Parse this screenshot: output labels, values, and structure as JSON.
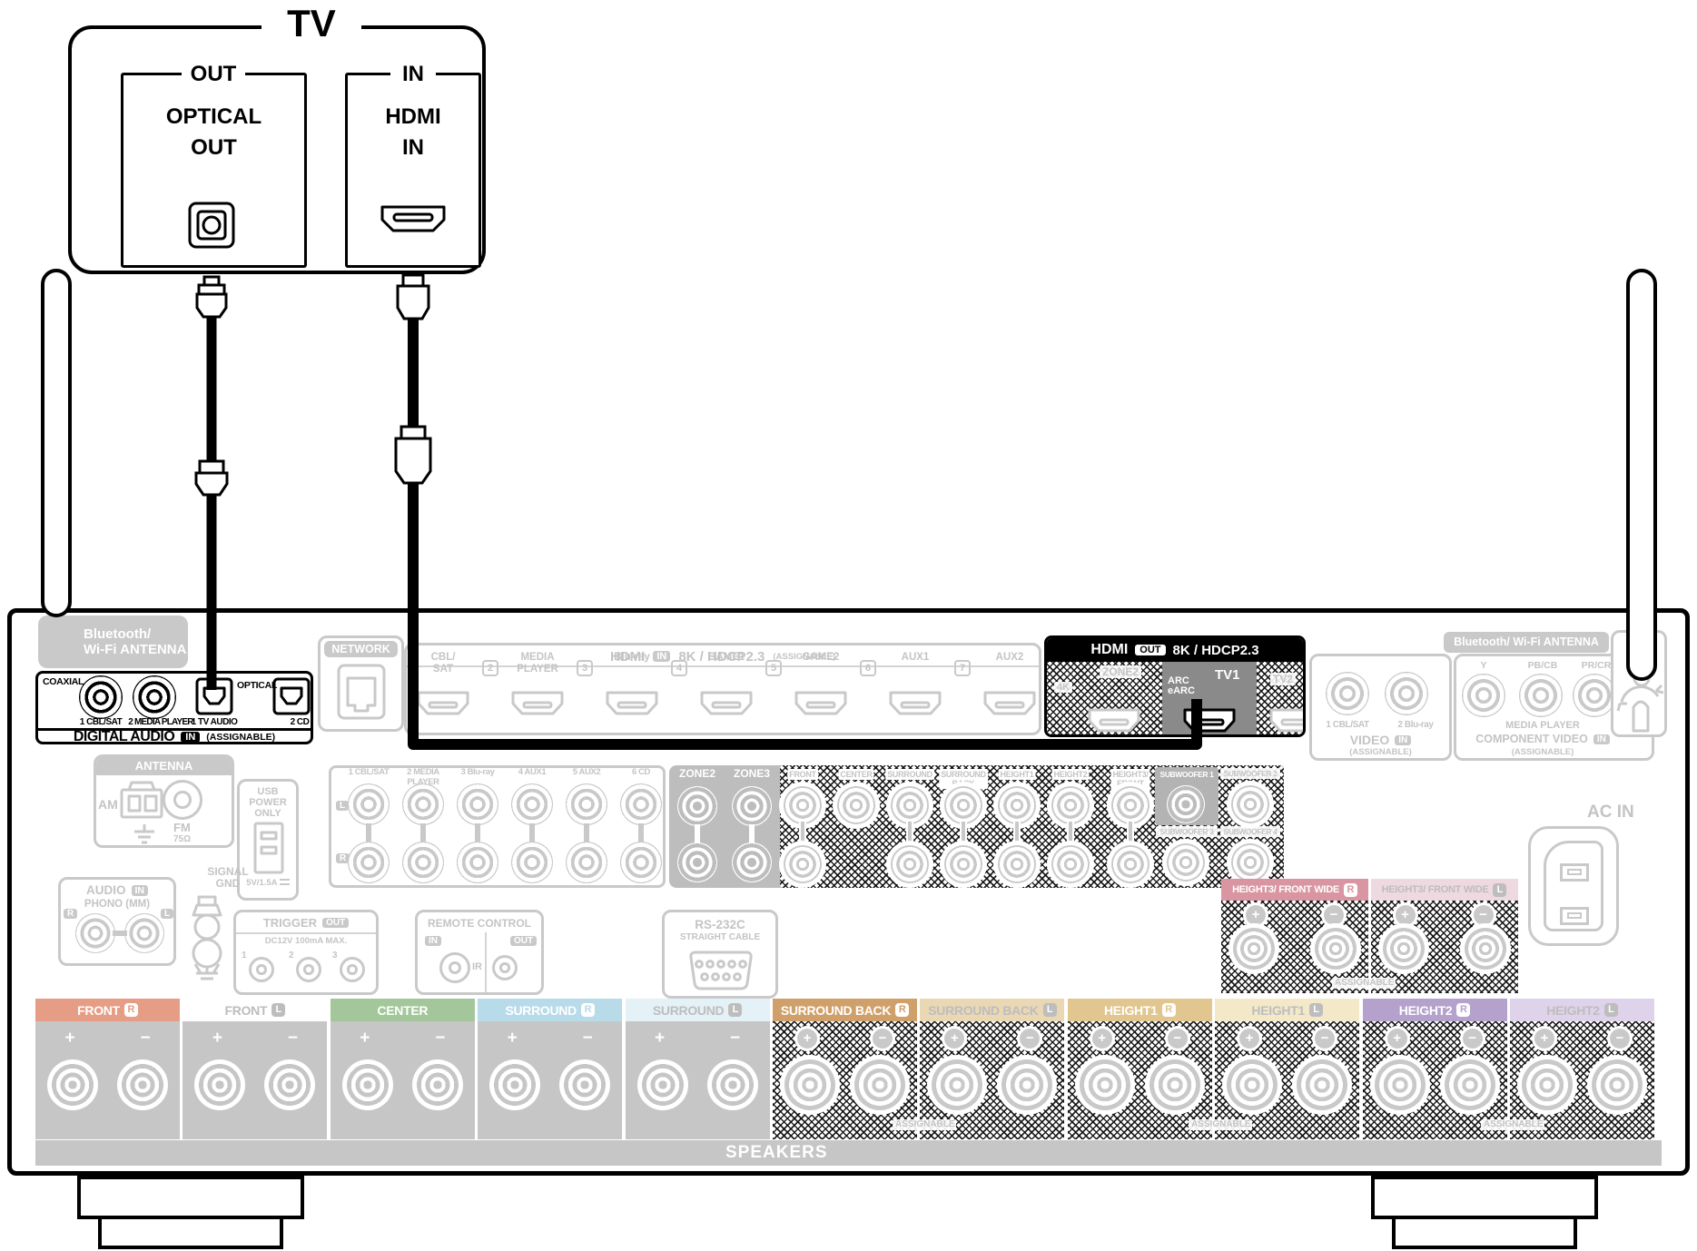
{
  "symbols": {
    "plus": "+",
    "minus": "−"
  },
  "common": {
    "assignable_paren": "(ASSIGNABLE)",
    "assignable": "ASSIGNABLE"
  },
  "tv": {
    "title": "TV",
    "out_group": "OUT",
    "optical_jack": "OPTICAL\nOUT",
    "in_group": "IN",
    "hdmi_jack": "HDMI\nIN"
  },
  "receiver": {
    "bt_left": "Bluetooth/\nWi-Fi ANTENNA",
    "bt_right": "Bluetooth/ Wi-Fi ANTENNA",
    "digital_audio": {
      "coaxial": "COAXIAL",
      "optical": "OPTICAL",
      "coax_jacks": [
        "1 CBL/SAT",
        "2 MEDIA PLAYER"
      ],
      "optical_jacks": [
        "1 TV AUDIO",
        "2 CD"
      ],
      "title": "DIGITAL AUDIO",
      "badge": "IN",
      "assignable": "(ASSIGNABLE)"
    },
    "network": "NETWORK",
    "hdmi_in": {
      "title": "HDMI",
      "badge": "IN",
      "spec": "8K / HDCP2.3",
      "assignable": "(ASSIGNABLE)",
      "inputs": [
        "CBL/\nSAT",
        "MEDIA\nPLAYER",
        "Blu-ray",
        "GAME1",
        "GAME2",
        "AUX1",
        "AUX2"
      ],
      "numbers": [
        "2",
        "3",
        "4",
        "5",
        "6",
        "7"
      ]
    },
    "hdmi_out": {
      "title": "HDMI",
      "badge": "OUT",
      "spec": "8K / HDCP2.3",
      "zone2": "ZONE2",
      "four_k": "4K",
      "arc": "ARC\neARC",
      "tv1": "TV1",
      "tv2": "TV2"
    },
    "video_in": {
      "jacks": [
        "1 CBL/SAT",
        "2 Blu-ray"
      ],
      "title": "VIDEO",
      "badge": "IN",
      "assignable": "(ASSIGNABLE)"
    },
    "component_in": {
      "jacks": [
        "Y",
        "PB/CB",
        "PR/CR"
      ],
      "source": "MEDIA PLAYER",
      "title": "COMPONENT VIDEO",
      "badge": "IN",
      "assignable": "(ASSIGNABLE)"
    },
    "antenna": {
      "title": "ANTENNA",
      "am": "AM",
      "fm": "FM",
      "ohm": "75Ω"
    },
    "usb": {
      "label": "USB\nPOWER\nONLY",
      "rating": "5V/1.5A"
    },
    "audio_in": {
      "title": "AUDIO",
      "badge": "IN",
      "sub": "PHONO (MM)",
      "right": "R",
      "left": "L"
    },
    "signal_gnd": "SIGNAL\nGND",
    "trigger": {
      "title": "TRIGGER",
      "badge": "OUT",
      "sub": "DC12V 100mA MAX.",
      "jacks": [
        "1",
        "2",
        "3"
      ]
    },
    "remote": {
      "title": "REMOTE CONTROL",
      "in_badge": "IN",
      "ir": "IR",
      "out_badge": "OUT"
    },
    "rs232": {
      "title": "RS-232C",
      "sub": "STRAIGHT CABLE"
    },
    "analog_in": {
      "left": "L",
      "right": "R",
      "inputs": [
        "1 CBL/SAT",
        "2 MEDIA PLAYER",
        "3 Blu-ray",
        "4 AUX1",
        "5 AUX2",
        "6 CD"
      ]
    },
    "zones": [
      "ZONE2",
      "ZONE3"
    ],
    "preout": {
      "columns": [
        {
          "label": "FRONT"
        },
        {
          "label": "CENTER",
          "single": true
        },
        {
          "label": "SURROUND"
        },
        {
          "label": "SURROUND BACK"
        },
        {
          "label": "HEIGHT1"
        },
        {
          "label": "HEIGHT2"
        },
        {
          "label": "HEIGHT3/\nFRONT WIDE",
          "off": 7
        }
      ],
      "subwoofers": [
        "SUBWOOFER 1",
        "SUBWOOFER 2",
        "SUBWOOFER 3",
        "SUBWOOFER 4"
      ]
    },
    "ac_in": "AC IN",
    "speakers_bar": "SPEAKERS",
    "speaker_sections": [
      {
        "label": "FRONT",
        "badge": "R",
        "color": "#e59d85"
      },
      {
        "label": "FRONT",
        "badge": "L",
        "color": "#ffffff",
        "light": true
      },
      {
        "label": "CENTER",
        "badge": "",
        "color": "#a3c79a"
      },
      {
        "label": "SURROUND",
        "badge": "R",
        "color": "#b7dbe9"
      },
      {
        "label": "SURROUND",
        "badge": "L",
        "color": "#e4f1f6",
        "light": true
      },
      {
        "label": "SURROUND BACK",
        "badge": "R",
        "color": "#d0a06a",
        "hatch": true
      },
      {
        "label": "SURROUND BACK",
        "badge": "L",
        "color": "#ead7b4",
        "light": true,
        "hatch": true
      },
      {
        "label": "HEIGHT1",
        "badge": "R",
        "color": "#e2c690",
        "hatch": true
      },
      {
        "label": "HEIGHT1",
        "badge": "L",
        "color": "#f3e8c8",
        "light": true,
        "hatch": true
      },
      {
        "label": "HEIGHT2",
        "badge": "R",
        "color": "#b4a2cc",
        "hatch": true
      },
      {
        "label": "HEIGHT2",
        "badge": "L",
        "color": "#ded3ea",
        "light": true,
        "hatch": true
      }
    ],
    "height3_sections": [
      {
        "label": "HEIGHT3/ FRONT WIDE",
        "badge": "R",
        "color": "#d996a2",
        "hatch": true,
        "cls": "h3"
      },
      {
        "label": "HEIGHT3/ FRONT WIDE",
        "badge": "L",
        "color": "#efd9e0",
        "light": true,
        "hatch": true,
        "cls": "h3"
      }
    ]
  }
}
